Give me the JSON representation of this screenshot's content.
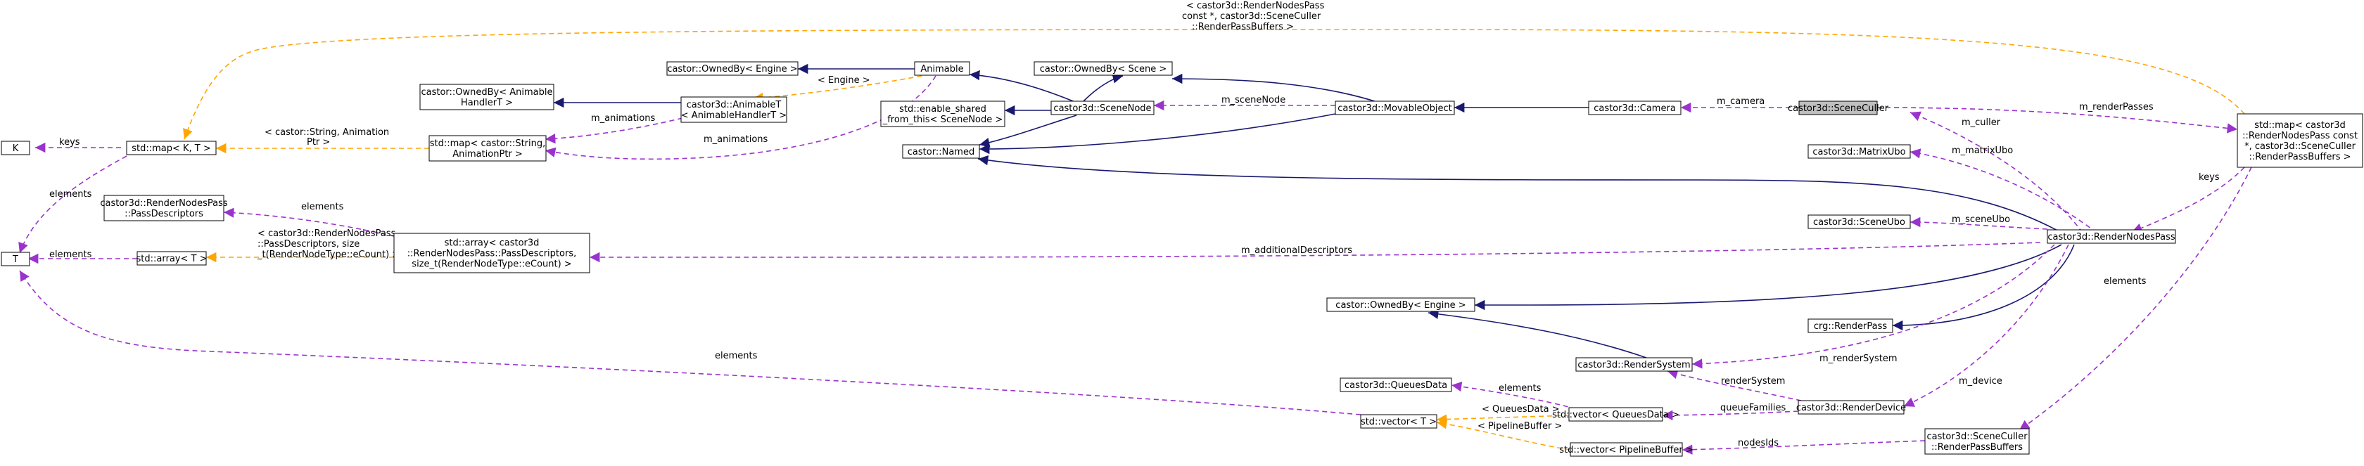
{
  "colors": {
    "inheritance": "#191970",
    "usage": "#9a32cd",
    "template": "#ffa500",
    "node_fill": "#ffffff",
    "focus_fill": "#bfbfbf",
    "border": "#000000"
  },
  "nodes": {
    "scene_culler": [
      "castor3d::SceneCuller"
    ],
    "camera": [
      "castor3d::Camera"
    ],
    "movable_object": [
      "castor3d::MovableObject"
    ],
    "scene_node": [
      "castor3d::SceneNode"
    ],
    "named": [
      "castor::Named"
    ],
    "animable": [
      "Animable"
    ],
    "owned_by_engine_top": [
      "castor::OwnedBy< Engine >"
    ],
    "owned_by_scene": [
      "castor::OwnedBy< Scene >"
    ],
    "enable_shared": [
      "std::enable_shared",
      "_from_this< SceneNode >"
    ],
    "animable_t": [
      "castor3d::AnimableT",
      "< AnimableHandlerT >"
    ],
    "owned_by_animable": [
      "castor::OwnedBy< Animable",
      "HandlerT >"
    ],
    "map_kt": [
      "std::map< K, T >"
    ],
    "k": [
      "K"
    ],
    "t": [
      "T"
    ],
    "map_animation": [
      "std::map< castor::String,",
      "AnimationPtr >"
    ],
    "pass_descriptors": [
      "castor3d::RenderNodesPass",
      "::PassDescriptors"
    ],
    "array_t": [
      "std::array< T >"
    ],
    "array_pass": [
      "std::array< castor3d",
      "::RenderNodesPass::PassDescriptors,",
      "size_t(RenderNodeType::eCount) >"
    ],
    "map_render_passes": [
      "std::map< castor3d",
      "::RenderNodesPass const",
      " *, castor3d::SceneCuller",
      "::RenderPassBuffers >"
    ],
    "matrix_ubo": [
      "castor3d::MatrixUbo"
    ],
    "scene_ubo": [
      "castor3d::SceneUbo"
    ],
    "render_nodes_pass": [
      "castor3d::RenderNodesPass"
    ],
    "render_pass": [
      "crg::RenderPass"
    ],
    "owned_by_engine_mid": [
      "castor::OwnedBy< Engine >"
    ],
    "render_system": [
      "castor3d::RenderSystem"
    ],
    "queues_data": [
      "castor3d::QueuesData"
    ],
    "vector_t": [
      "std::vector< T >"
    ],
    "vector_queues": [
      "std::vector< QueuesData >"
    ],
    "vector_pipeline": [
      "std::vector< PipelineBuffer >"
    ],
    "render_device": [
      "castor3d::RenderDevice"
    ],
    "render_pass_buffers": [
      "castor3d::SceneCuller",
      "::RenderPassBuffers"
    ]
  },
  "edge_labels": {
    "m_camera": "m_camera",
    "m_renderPasses": "m_renderPasses",
    "m_sceneNode": "m_sceneNode",
    "engine": "< Engine >",
    "m_animations_1": "m_animations",
    "m_animations_2": "m_animations",
    "keys_1": "keys",
    "elements_map": "elements",
    "map_string_anim_1": "< castor::String, Animation",
    "map_string_anim_2": "Ptr >",
    "map_top_1": "< castor3d::RenderNodesPass",
    "map_top_2": "const *, castor3d::SceneCuller",
    "map_top_3": "::RenderPassBuffers >",
    "elements_array": "elements",
    "elements_pass": "elements",
    "array_templ_1": "< castor3d::RenderNodesPass",
    "array_templ_2": "::PassDescriptors, size",
    "array_templ_3": "_t(RenderNodeType::eCount) >",
    "m_additionalDescriptors": "m_additionalDescriptors",
    "m_culler": "m_culler",
    "m_matrixUbo": "m_matrixUbo",
    "keys_2": "keys",
    "m_sceneUbo": "m_sceneUbo",
    "elements_rpb": "elements",
    "elements_vector": "elements",
    "m_renderSystem": "m_renderSystem",
    "elements_queues": "elements",
    "renderSystem": "renderSystem",
    "queues_data_templ": "< QueuesData >",
    "queueFamilies": "queueFamilies",
    "pipeline_templ": "< PipelineBuffer >",
    "m_device": "m_device",
    "nodesIds": "nodesIds"
  }
}
